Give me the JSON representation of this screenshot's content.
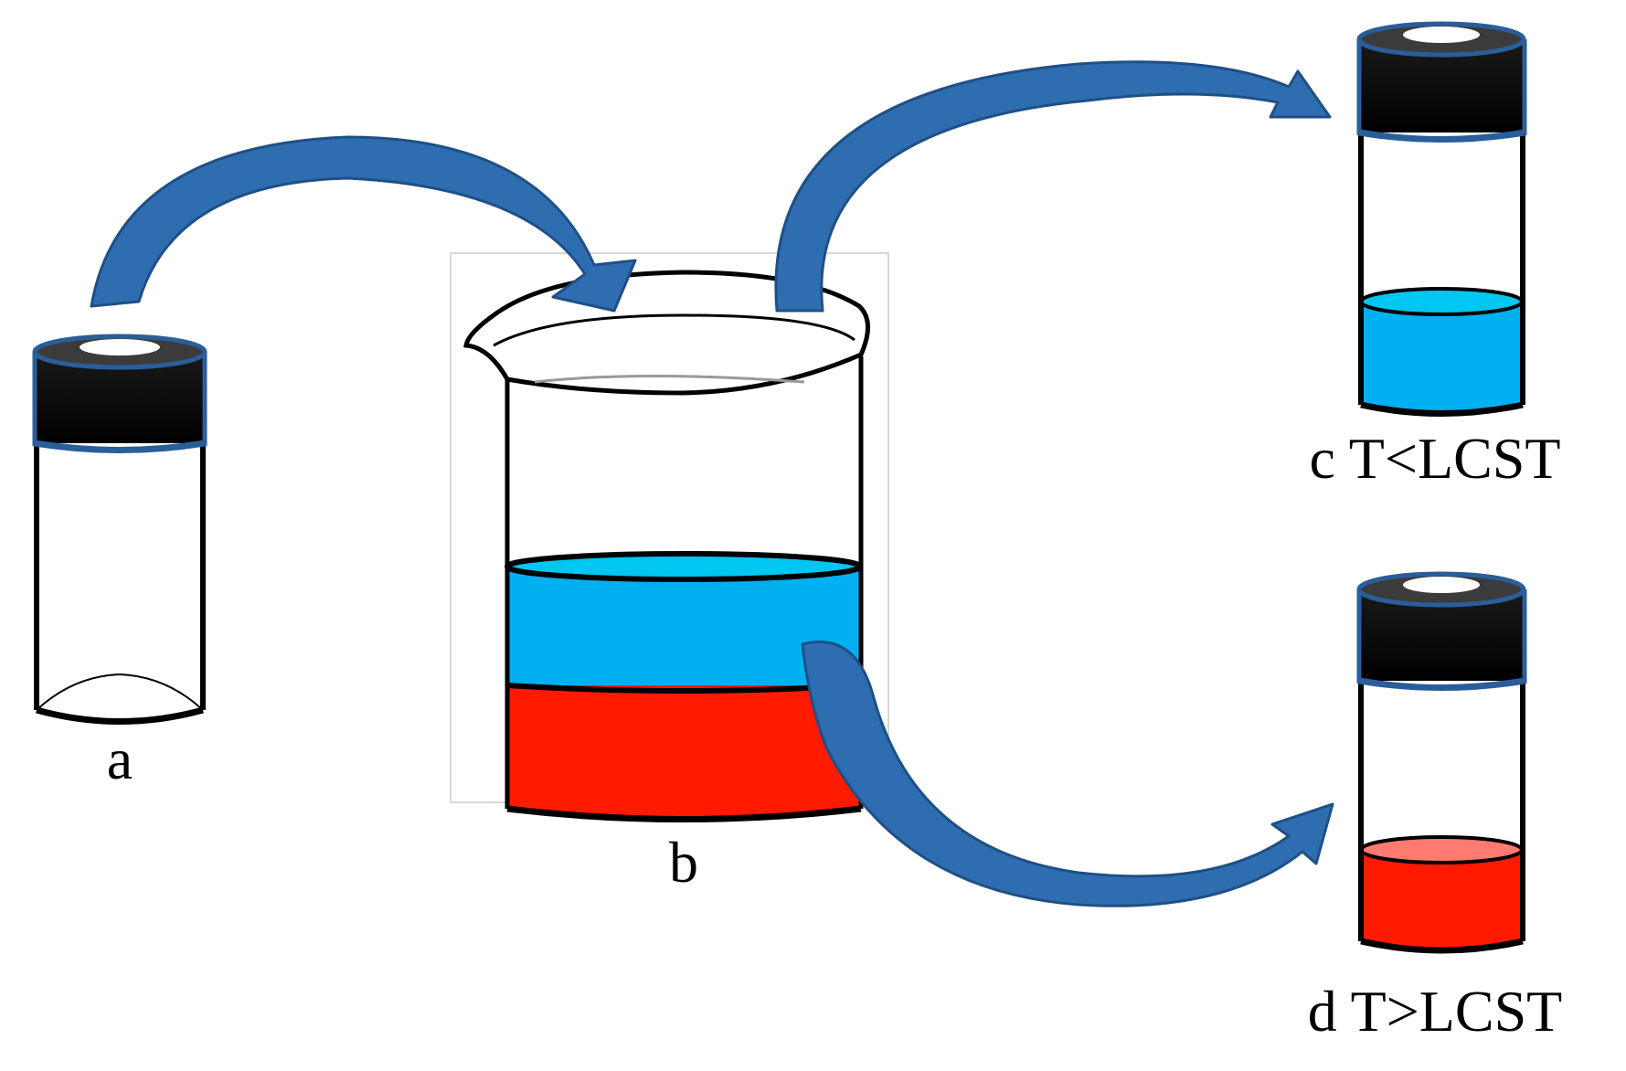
{
  "labels": {
    "a": "a",
    "b": "b",
    "c": "c T<LCST",
    "d": "d T>LCST"
  },
  "colors": {
    "arrow": "#2e6eb0",
    "arrow_edge": "#1f4f86",
    "cap": "#000000",
    "cap_ring": "#2a5e9a",
    "upper_layer": "#00b0f0",
    "upper_layer_top": "#00c6f2",
    "lower_layer": "#ff1a00",
    "lower_layer_top": "#ff7a70",
    "outline": "#000000"
  },
  "icons": {
    "vial_a": "empty-vial-icon",
    "beaker_b": "two-phase-beaker-icon",
    "vial_c": "blue-liquid-vial-icon",
    "vial_d": "red-liquid-vial-icon",
    "arrow_1": "curved-arrow-icon",
    "arrow_2": "curved-arrow-icon",
    "arrow_3": "curved-arrow-icon"
  }
}
